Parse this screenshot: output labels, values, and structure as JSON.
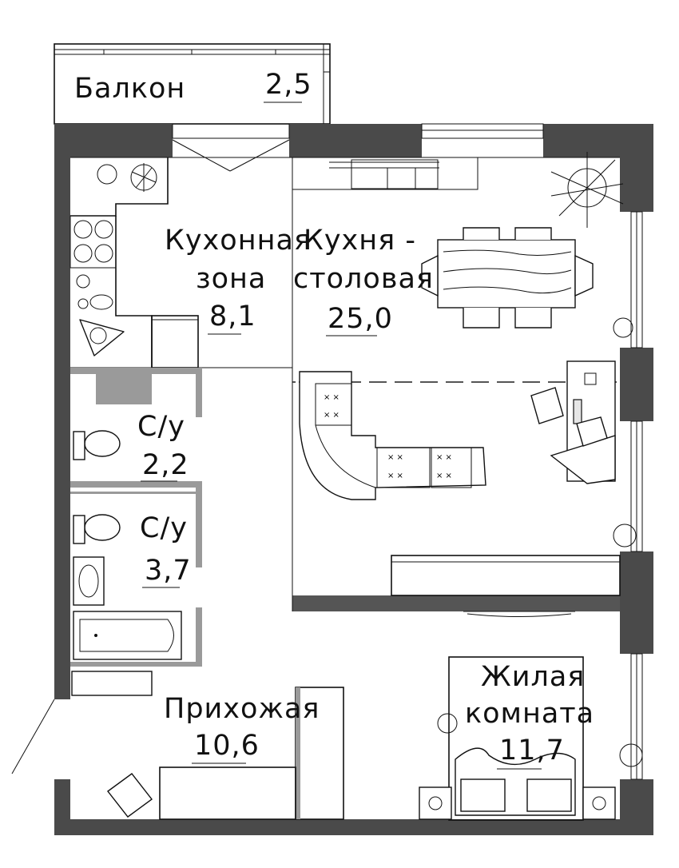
{
  "rooms": {
    "balcony": {
      "name": "Балкон",
      "area": "2,5"
    },
    "kitchen_zone": {
      "name_line1": "Кухонная",
      "name_line2": "зона",
      "area": "8,1"
    },
    "kitchen_dining": {
      "name_line1": "Кухня -",
      "name_line2": "столовая",
      "area": "25,0"
    },
    "bathroom_1": {
      "name": "С/у",
      "area": "2,2"
    },
    "bathroom_2": {
      "name": "С/у",
      "area": "3,7"
    },
    "hallway": {
      "name": "Прихожая",
      "area": "10,6"
    },
    "living_room": {
      "name_line1": "Жилая",
      "name_line2": "комната",
      "area": "11,7"
    }
  },
  "colors": {
    "wall": "#4a4a4a",
    "partition": "#9a9a9a",
    "lines": "#111111",
    "background": "#ffffff"
  }
}
